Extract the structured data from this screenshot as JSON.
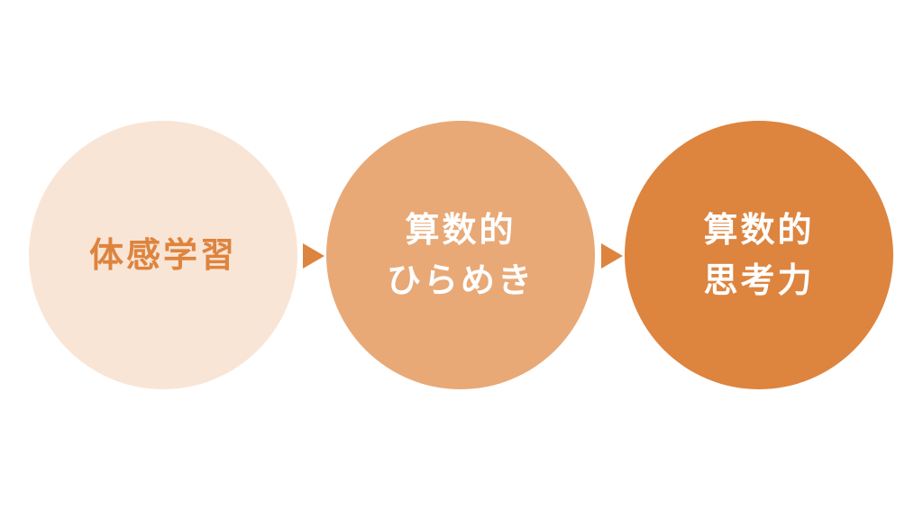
{
  "colors": {
    "stage1_fill": "#f9e5d6",
    "stage1_text": "#dd843f",
    "stage2_fill": "#e8a977",
    "stage2_text": "#ffffff",
    "stage3_fill": "#dd843f",
    "stage3_text": "#ffffff",
    "arrow": "#dd843f"
  },
  "stages": [
    {
      "lines": [
        "体感学習"
      ]
    },
    {
      "lines": [
        "算数的",
        "ひらめき"
      ]
    },
    {
      "lines": [
        "算数的",
        "思考力"
      ]
    }
  ],
  "connectors": [
    {
      "icon": "right-triangle-arrow-icon"
    },
    {
      "icon": "right-triangle-arrow-icon"
    }
  ]
}
